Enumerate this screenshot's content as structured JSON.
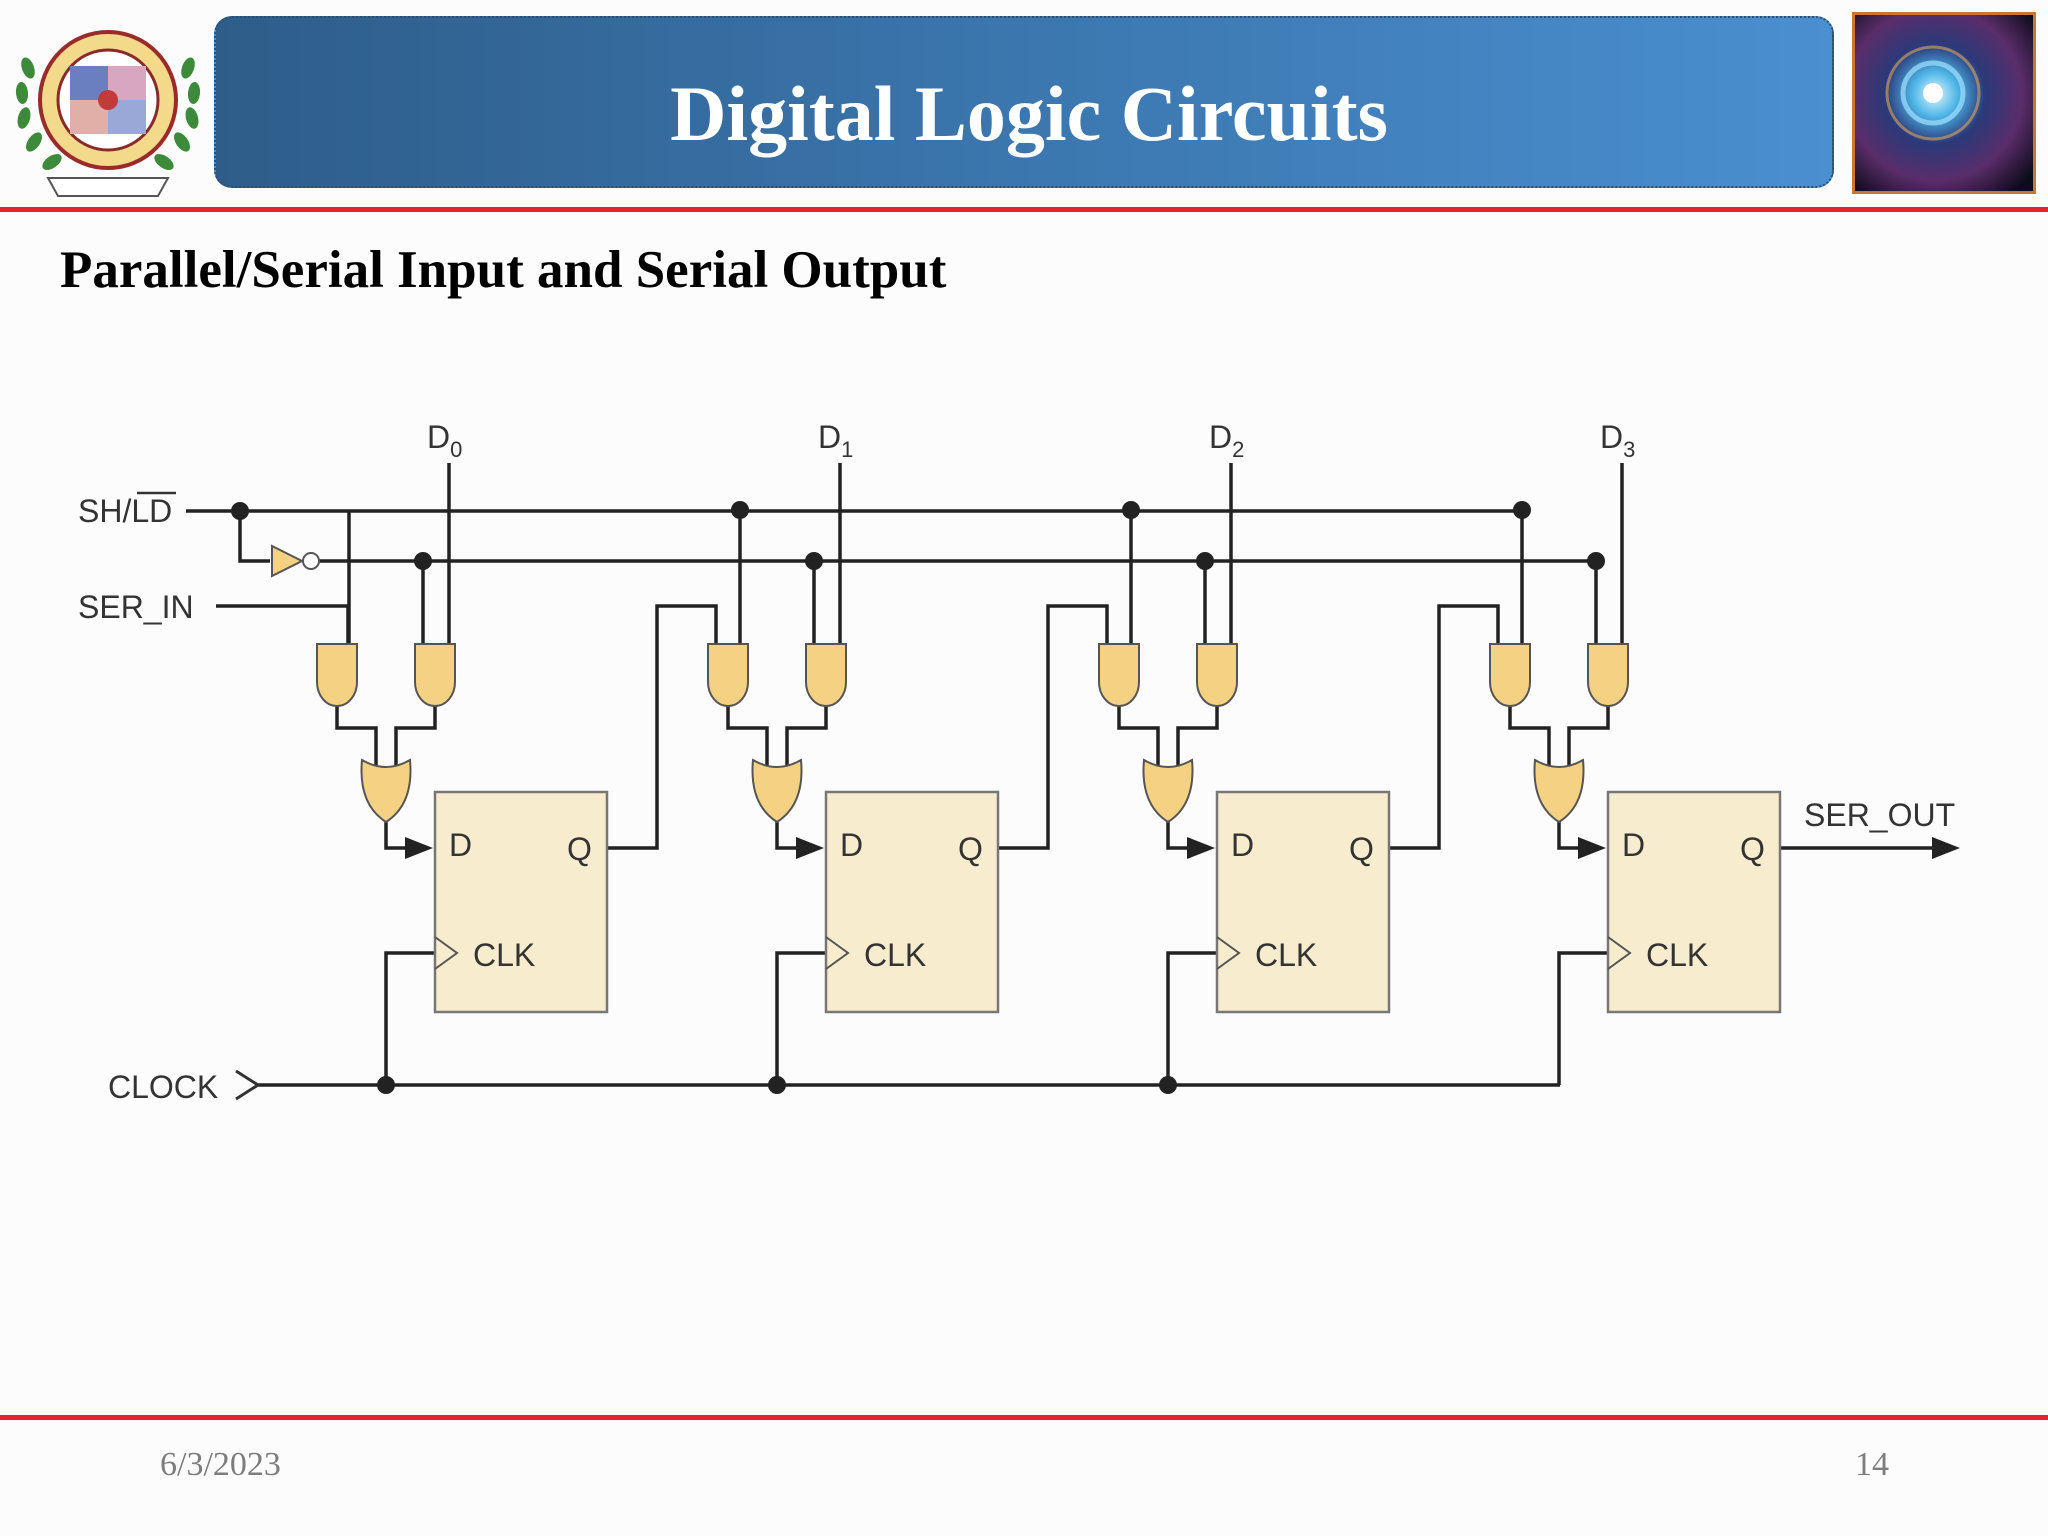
{
  "header": {
    "title": "Digital Logic Circuits"
  },
  "slide": {
    "subtitle": "Parallel/Serial Input and Serial Output"
  },
  "diagram": {
    "inputs": {
      "shld_prefix": "SH/",
      "shld_bar": "LD",
      "ser_in": "SER_IN",
      "clock": "CLOCK"
    },
    "data_inputs": [
      {
        "base": "D",
        "sub": "0"
      },
      {
        "base": "D",
        "sub": "1"
      },
      {
        "base": "D",
        "sub": "2"
      },
      {
        "base": "D",
        "sub": "3"
      }
    ],
    "flipflop": {
      "d": "D",
      "q": "Q",
      "clk": "CLK"
    },
    "output": "SER_OUT",
    "colors": {
      "gate_fill": "#f5d183",
      "ff_fill": "#f8ecce",
      "wire": "#222222"
    }
  },
  "footer": {
    "date": "6/3/2023",
    "page": "14"
  }
}
